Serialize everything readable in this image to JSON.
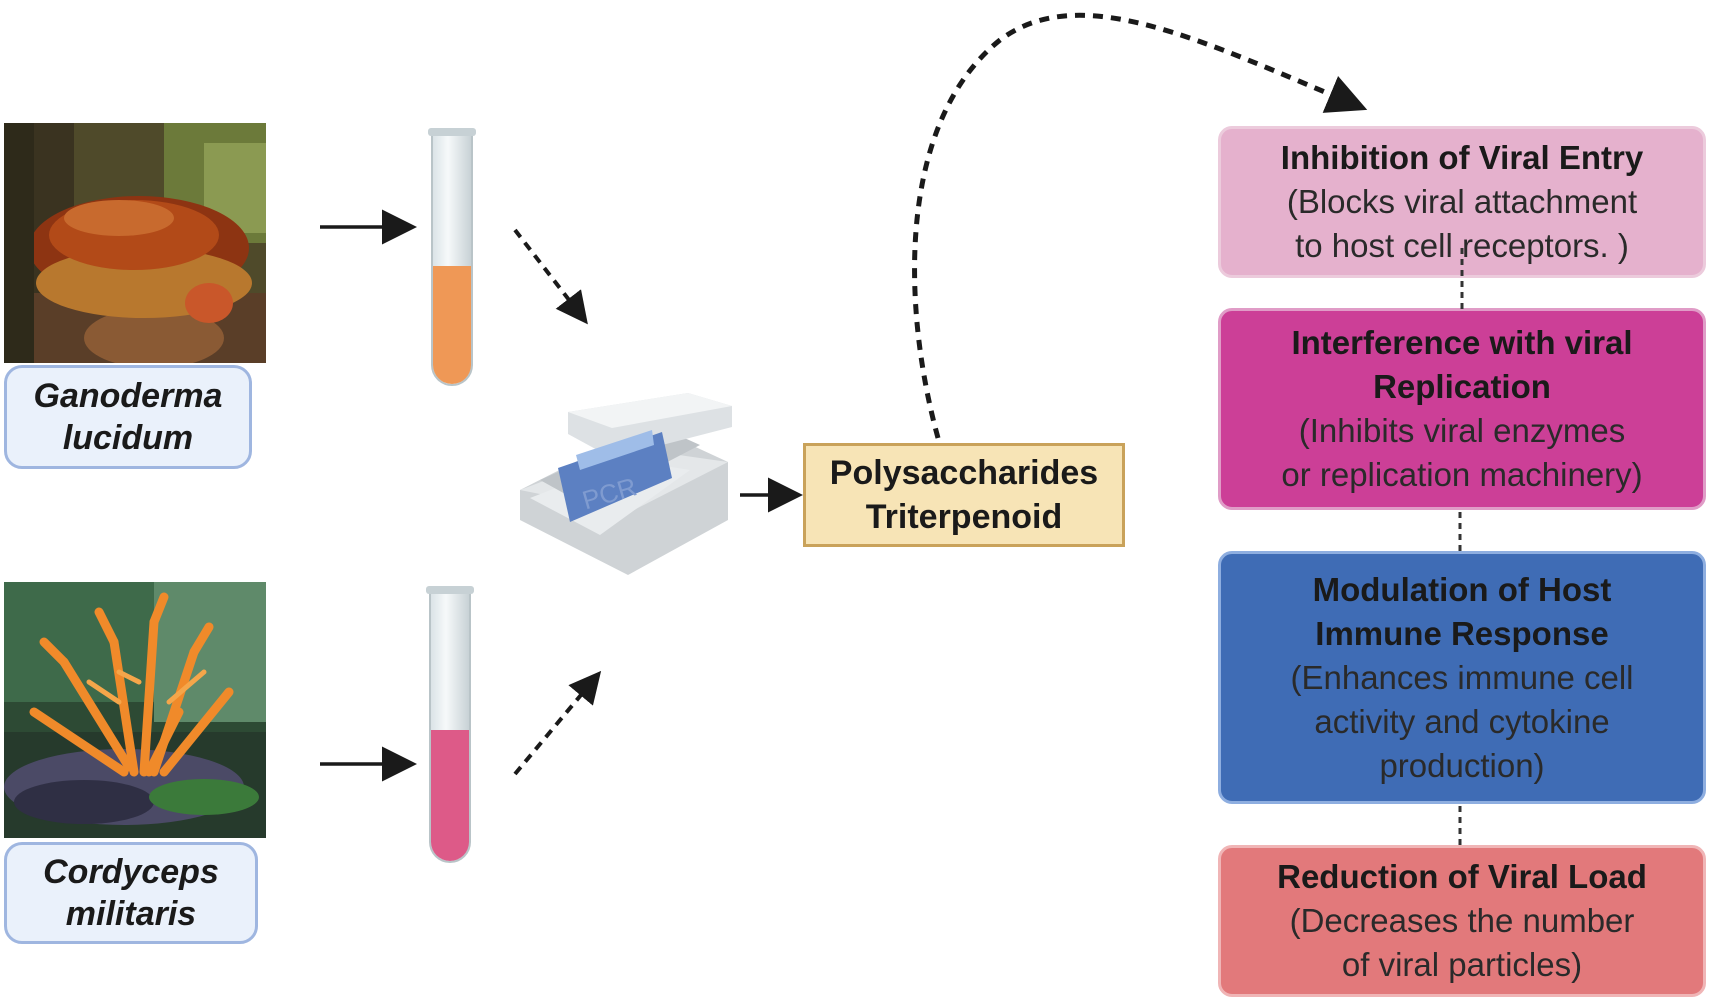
{
  "species": [
    {
      "name": "Ganoderma\nlucidum",
      "tube_color": "#ef9856"
    },
    {
      "name": "Cordyceps\nmilitaris",
      "tube_color": "#dd5a88"
    }
  ],
  "device": {
    "label": "PCR"
  },
  "compound": {
    "line1": "Polysaccharides",
    "line2": "Triterpenoid"
  },
  "mechanisms": [
    {
      "title": "Inhibition of Viral Entry",
      "description": "(Blocks viral attachment\nto host cell receptors. )"
    },
    {
      "title": "Interference with  viral\nReplication",
      "description": "(Inhibits viral enzymes\nor replication machinery)"
    },
    {
      "title": "Modulation of Host\nImmune Response",
      "description": "(Enhances immune cell\nactivity and cytokine\nproduction)"
    },
    {
      "title": "Reduction of Viral Load",
      "description": "(Decreases the number\nof viral particles)"
    }
  ],
  "colors": {
    "mechanism_1": "#e5b1cd",
    "mechanism_2": "#cc3f97",
    "mechanism_3": "#3f6cb5",
    "mechanism_4": "#e2797b",
    "compound_box": "#f7e4b6",
    "label_box": "#eaf1fb"
  }
}
